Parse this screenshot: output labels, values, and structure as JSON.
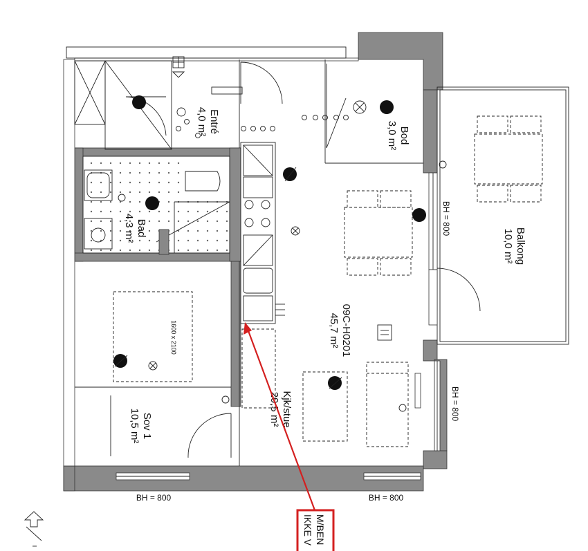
{
  "colors": {
    "wall": "#8a8a8a",
    "line": "#222222",
    "annotation": "#d42020",
    "fixture": "#111111"
  },
  "unit": {
    "id": "09C-H0201",
    "area": "45,7 m²"
  },
  "rooms": [
    {
      "key": "entre",
      "name": "Entré",
      "area": "4,0 m²"
    },
    {
      "key": "bod",
      "name": "Bod",
      "area": "3,0 m²"
    },
    {
      "key": "bad",
      "name": "Bad",
      "area": "4,3 m²"
    },
    {
      "key": "balkong",
      "name": "Balkong",
      "area": "10,0 m²"
    },
    {
      "key": "kjokken",
      "name": "Kjk/stue",
      "area": "20,5 m²"
    },
    {
      "key": "sov",
      "name": "Sov 1",
      "area": "10,5 m²"
    }
  ],
  "bed_label": "1600 x 2100",
  "window_labels": [
    {
      "key": "balkong_wall",
      "text": "BH = 800"
    },
    {
      "key": "stue_wall",
      "text": "BH = 800"
    },
    {
      "key": "bottom_left",
      "text": "BH = 800"
    },
    {
      "key": "bottom_right",
      "text": "BH = 800"
    }
  ],
  "annotation": {
    "line1": "IKKE V",
    "line2": "M/BEN"
  },
  "icons": [
    "north-arrow-icon",
    "ceiling-light-icon",
    "socket-icon",
    "ventilation-icon",
    "fuse-box-icon"
  ]
}
